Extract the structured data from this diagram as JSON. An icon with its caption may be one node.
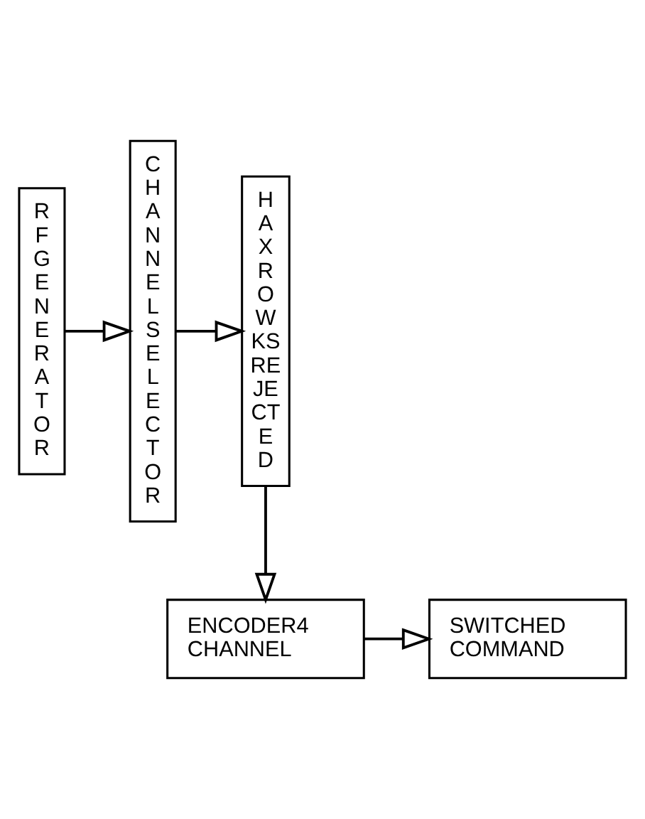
{
  "diagram": {
    "nodes": [
      {
        "text": [
          "R F G E N E R A T O R"
        ]
      },
      {
        "text": [
          "C H A N N E L S E L E C T O R"
        ]
      },
      {
        "text": [
          "H A X R O W KS RE JE CT E D"
        ]
      },
      {
        "text": [
          "ENCODER4 CHANNEL"
        ]
      },
      {
        "text": [
          "SWITCHED COMMAND"
        ]
      }
    ],
    "edges": [
      {
        "from": 0,
        "to": 1,
        "arrow": "to"
      },
      {
        "from": 1,
        "to": 2,
        "arrow": "to"
      },
      {
        "from": 2,
        "to": 3,
        "arrow": "to"
      },
      {
        "from": 3,
        "to": 4,
        "arrow": "to"
      }
    ]
  }
}
